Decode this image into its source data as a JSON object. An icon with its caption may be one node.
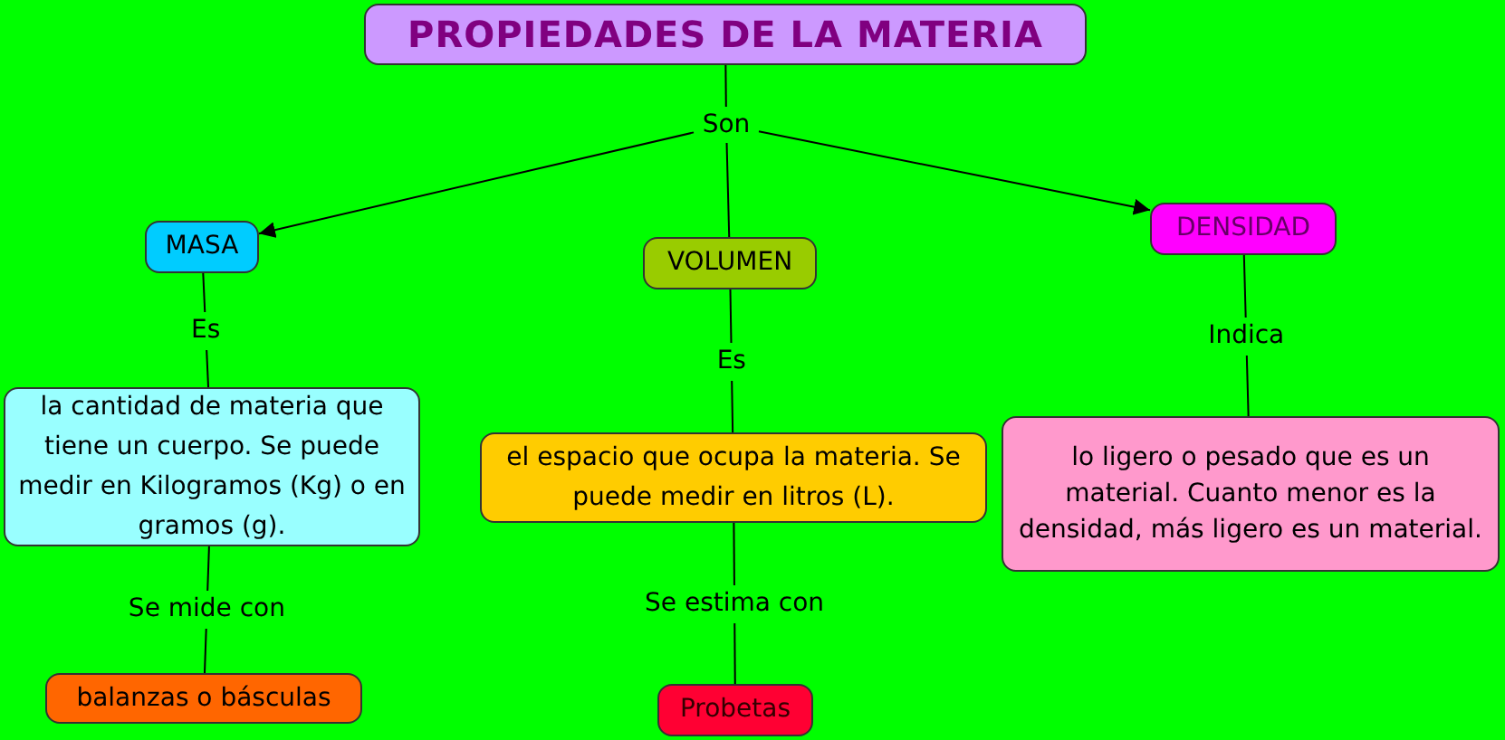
{
  "diagram": {
    "nodes": [
      {
        "text": [
          "PROPIEDADES DE LA MATERIA"
        ]
      },
      {
        "text": [
          "Son"
        ]
      },
      {
        "text": [
          "MASA"
        ]
      },
      {
        "text": [
          "VOLUMEN"
        ]
      },
      {
        "text": [
          "DENSIDAD"
        ]
      },
      {
        "text": [
          "la cantidad de materia que tiene un cuerpo. Se puede medir en Kilogramos (Kg) o en gramos (g)."
        ]
      },
      {
        "text": [
          "el espacio que ocupa la materia. Se puede medir en litros (L)."
        ]
      },
      {
        "text": [
          "lo ligero o pesado que es un material. Cuanto menor es la densidad, más ligero es un material."
        ]
      },
      {
        "text": [
          "balanzas o básculas"
        ]
      },
      {
        "text": [
          "Probetas"
        ]
      }
    ],
    "edges": [
      {
        "from": 0,
        "to": 1,
        "arrow": "none"
      },
      {
        "from": 1,
        "to": 2,
        "arrow": "to"
      },
      {
        "from": 1,
        "to": 3,
        "arrow": "none"
      },
      {
        "from": 1,
        "to": 4,
        "arrow": "to"
      },
      {
        "from": 2,
        "to": 5,
        "arrow": "none",
        "label": "Es"
      },
      {
        "from": 3,
        "to": 6,
        "arrow": "none",
        "label": "Es"
      },
      {
        "from": 4,
        "to": 7,
        "arrow": "none",
        "label": "Indica"
      },
      {
        "from": 5,
        "to": 8,
        "arrow": "none",
        "label": "Se mide con"
      },
      {
        "from": 6,
        "to": 9,
        "arrow": "none",
        "label": "Se estima con"
      }
    ]
  }
}
